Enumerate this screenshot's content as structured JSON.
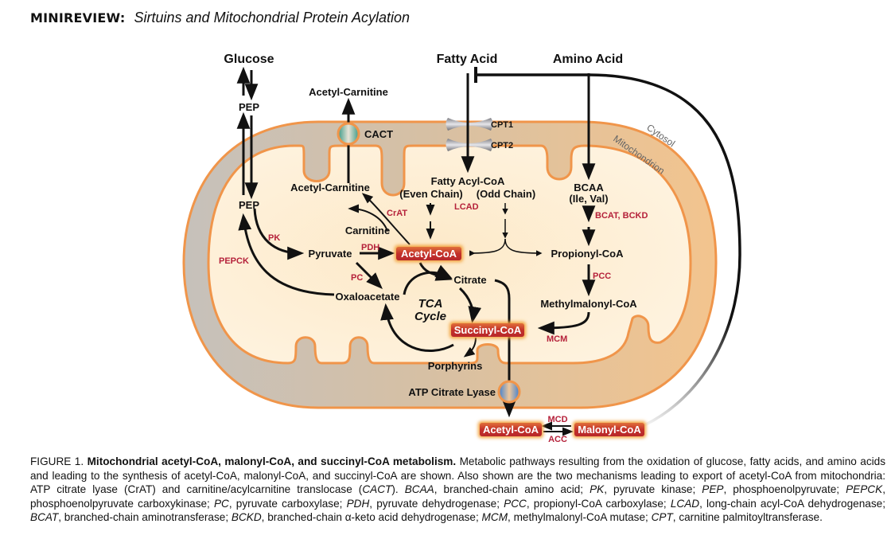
{
  "header": {
    "tag": "MINIREVIEW:",
    "title": "Sirtuins and Mitochondrial Protein Acylation"
  },
  "diagram": {
    "compartments": {
      "cytosol": "Cytosol",
      "mitochondrion": "Mitochondrion"
    },
    "inputs": {
      "glucose": "Glucose",
      "fatty_acid": "Fatty Acid",
      "amino_acid": "Amino Acid"
    },
    "metabolites": {
      "pep_cytosol": "PEP",
      "pep_mito": "PEP",
      "acetyl_carnitine_cytosol": "Acetyl-Carnitine",
      "acetyl_carnitine_mito": "Acetyl-Carnitine",
      "carnitine": "Carnitine",
      "pyruvate": "Pyruvate",
      "oxaloacetate": "Oxaloacetate",
      "citrate": "Citrate",
      "porphyrins": "Porphyrins",
      "fatty_acyl_coa": "Fatty Acyl-CoA",
      "even_chain": "(Even Chain)",
      "odd_chain": "(Odd Chain)",
      "bcaa": "BCAA",
      "bcaa_sub": "(Ile, Val)",
      "propionyl_coa": "Propionyl-CoA",
      "methylmalonyl_coa": "Methylmalonyl-CoA",
      "tca_line1": "TCA",
      "tca_line2": "Cycle"
    },
    "highlighted": {
      "acetyl_coa_mito": "Acetyl-CoA",
      "succinyl_coa": "Succinyl-CoA",
      "acetyl_coa_cytosol": "Acetyl-CoA",
      "malonyl_coa": "Malonyl-CoA"
    },
    "transporters": {
      "cact": "CACT",
      "cpt1": "CPT1",
      "cpt2": "CPT2",
      "atp_citrate_lyase": "ATP Citrate Lyase"
    },
    "enzymes": {
      "crat": "CrAT",
      "lcad": "LCAD",
      "pk": "PK",
      "pepck": "PEPCK",
      "pdh": "PDH",
      "pc": "PC",
      "bcat_bckd": "BCAT, BCKD",
      "pcc": "PCC",
      "mcm": "MCM",
      "mcd": "MCD",
      "acc": "ACC"
    },
    "colors": {
      "membrane_stroke": "#f0954a",
      "intermembrane_left": "#c9c3bb",
      "intermembrane_right": "#f3c48e",
      "matrix": "#fdf0d8",
      "enzyme_text": "#b5213a",
      "pill_fill": "#c63b2c",
      "pill_glow": "#f2a23a"
    }
  },
  "caption": {
    "figure_label": "FIGURE 1.",
    "bold_title": "Mitochondrial acetyl-CoA, malonyl-CoA, and succinyl-CoA metabolism.",
    "segments": [
      {
        "t": " Metabolic pathways resulting from the oxidation of glucose, fatty acids, and amino acids and leading to the synthesis of acetyl-CoA, malonyl-CoA, and succinyl-CoA are shown. Also shown are the two mechanisms leading to export of acetyl-CoA from mitochondria: ATP citrate lyase (CrAT) and carnitine/acylcarnitine translocase (",
        "i": false
      },
      {
        "t": "CACT",
        "i": true
      },
      {
        "t": "). ",
        "i": false
      },
      {
        "t": "BCAA",
        "i": true
      },
      {
        "t": ", branched-chain amino acid; ",
        "i": false
      },
      {
        "t": "PK",
        "i": true
      },
      {
        "t": ", pyruvate kinase; ",
        "i": false
      },
      {
        "t": "PEP",
        "i": true
      },
      {
        "t": ", phosphoenolpyruvate; ",
        "i": false
      },
      {
        "t": "PEPCK",
        "i": true
      },
      {
        "t": ", phosphoenolpyruvate carboxykinase; ",
        "i": false
      },
      {
        "t": "PC",
        "i": true
      },
      {
        "t": ", pyruvate carboxylase; ",
        "i": false
      },
      {
        "t": "PDH",
        "i": true
      },
      {
        "t": ", pyruvate dehydrogenase; ",
        "i": false
      },
      {
        "t": "PCC",
        "i": true
      },
      {
        "t": ", propionyl-CoA carboxylase; ",
        "i": false
      },
      {
        "t": "LCAD",
        "i": true
      },
      {
        "t": ", long-chain acyl-CoA dehydrogenase; ",
        "i": false
      },
      {
        "t": "BCAT",
        "i": true
      },
      {
        "t": ", branched-chain aminotransferase; ",
        "i": false
      },
      {
        "t": "BCKD",
        "i": true
      },
      {
        "t": ", branched-chain α-keto acid dehydrogenase; ",
        "i": false
      },
      {
        "t": "MCM",
        "i": true
      },
      {
        "t": ", methylmalonyl-CoA mutase; ",
        "i": false
      },
      {
        "t": "CPT",
        "i": true
      },
      {
        "t": ", carnitine palmitoyltransferase.",
        "i": false
      }
    ]
  }
}
